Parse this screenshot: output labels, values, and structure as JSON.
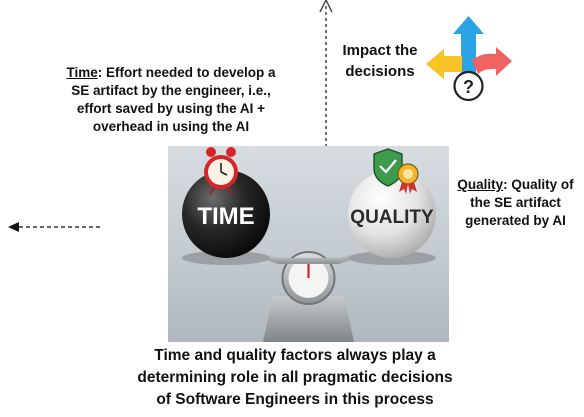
{
  "time_block": {
    "term": "Time",
    "line1_rest": ": Effort needed to develop a",
    "line2": "SE artifact by the engineer, i.e.,",
    "line3": "effort saved by using the AI +",
    "line4": "overhead in using the AI"
  },
  "quality_block": {
    "term": "Quality",
    "line1_rest": ": Quality of",
    "line2": "the SE artifact",
    "line3": "generated by AI"
  },
  "impact": {
    "line1": "Impact the",
    "line2": "decisions",
    "icon_name": "crossroads-question-icon",
    "question_mark": "?"
  },
  "scale_image": {
    "left_ball_label": "TIME",
    "right_ball_label": "QUALITY",
    "left_icon": "alarm-clock-icon",
    "right_icon": "quality-badge-icon"
  },
  "caption": {
    "line1": "Time and quality factors always play a",
    "line2": "determining role in all pragmatic decisions",
    "line3": "of Software Engineers in this process"
  },
  "colors": {
    "arrow_blue": "#2ba4e6",
    "arrow_yellow": "#f7c325",
    "arrow_red": "#f06363",
    "clock_red": "#d5242a",
    "badge_green": "#3e9a4d"
  }
}
